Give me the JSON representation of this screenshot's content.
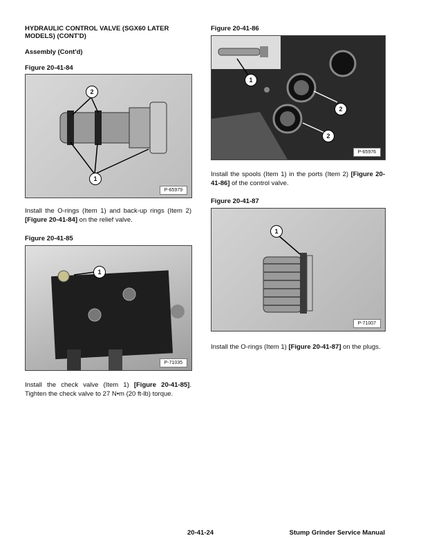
{
  "left": {
    "title": "HYDRAULIC CONTROL VALVE (SGX60 LATER MODELS) (CONT'D)",
    "subtitle": "Assembly (Cont'd)",
    "fig84": {
      "caption": "Figure 20-41-84",
      "photo_id": "P-65979",
      "callouts": [
        "2",
        "1"
      ]
    },
    "text84": {
      "a": "Install the O-rings (Item 1) and back-up rings (Item 2) ",
      "ref": "[Figure 20-41-84]",
      "b": " on the relief valve."
    },
    "fig85": {
      "caption": "Figure 20-41-85",
      "photo_id": "P-71035",
      "callouts": [
        "1"
      ]
    },
    "text85": {
      "a": "Install the check valve (Item 1) ",
      "ref": "[Figure 20-41-85]",
      "b": ". Tighten the check valve to 27 N•m (20 ft-lb) torque."
    }
  },
  "right": {
    "fig86": {
      "caption": "Figure 20-41-86",
      "photo_id": "P-65976",
      "callouts": [
        "1",
        "2",
        "2"
      ]
    },
    "text86": {
      "a": "Install the spools (Item 1) in the ports (Item 2) ",
      "ref": "[Figure 20-41-86]",
      "b": " of the control valve."
    },
    "fig87": {
      "caption": "Figure 20-41-87",
      "photo_id": "P-71007",
      "callouts": [
        "1"
      ]
    },
    "text87": {
      "a": "Install the O-rings (Item 1) ",
      "ref": "[Figure 20-41-87]",
      "b": " on the plugs."
    }
  },
  "footer": {
    "page": "20-41-24",
    "manual": "Stump Grinder Service Manual"
  }
}
